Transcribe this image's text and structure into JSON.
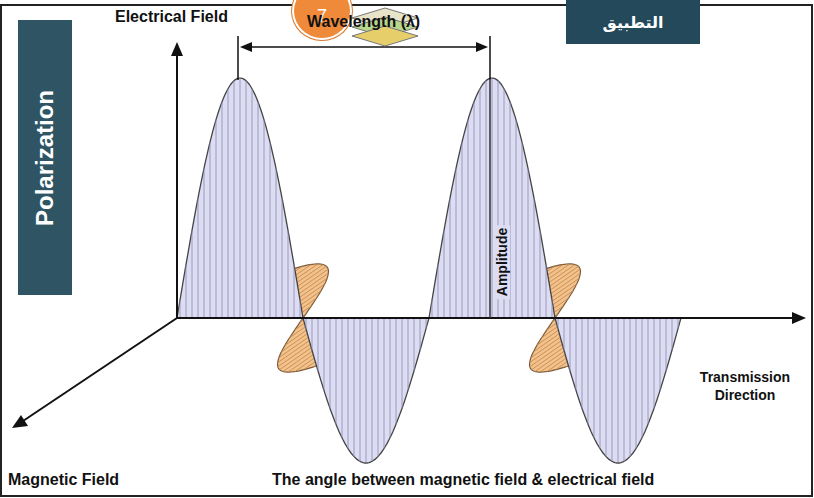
{
  "diagram": {
    "nodes": [
      {
        "text": [
          "7"
        ]
      },
      {
        "text": [
          "التطبيق"
        ]
      },
      {
        "text": [
          "Polarization"
        ]
      }
    ],
    "labels": [
      "Electrical Field",
      "Wavelength (λ)",
      "Amplitude",
      "Transmission Direction",
      "Magnetic Field",
      "The angle between magnetic field & electrical field"
    ]
  }
}
